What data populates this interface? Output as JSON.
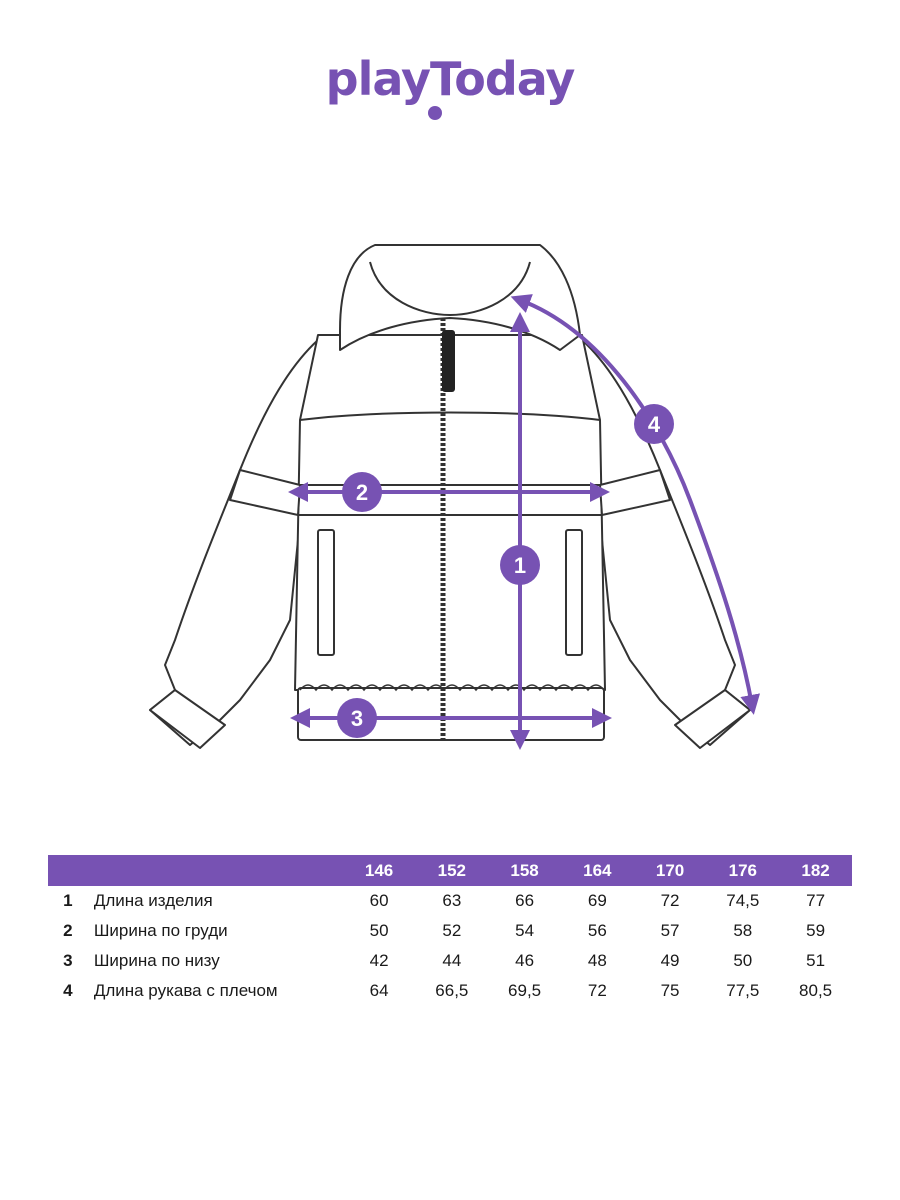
{
  "brand": {
    "name": "playToday",
    "color": "#7752b3"
  },
  "markers": [
    "1",
    "2",
    "3",
    "4"
  ],
  "table": {
    "sizes": [
      "146",
      "152",
      "158",
      "164",
      "170",
      "176",
      "182"
    ],
    "rows": [
      {
        "num": "1",
        "label": "Длина изделия",
        "values": [
          "60",
          "63",
          "66",
          "69",
          "72",
          "74,5",
          "77"
        ]
      },
      {
        "num": "2",
        "label": "Ширина по груди",
        "values": [
          "50",
          "52",
          "54",
          "56",
          "57",
          "58",
          "59"
        ]
      },
      {
        "num": "3",
        "label": "Ширина по низу",
        "values": [
          "42",
          "44",
          "46",
          "48",
          "49",
          "50",
          "51"
        ]
      },
      {
        "num": "4",
        "label": "Длина рукава с плечом",
        "values": [
          "64",
          "66,5",
          "69,5",
          "72",
          "75",
          "77,5",
          "80,5"
        ]
      }
    ]
  }
}
